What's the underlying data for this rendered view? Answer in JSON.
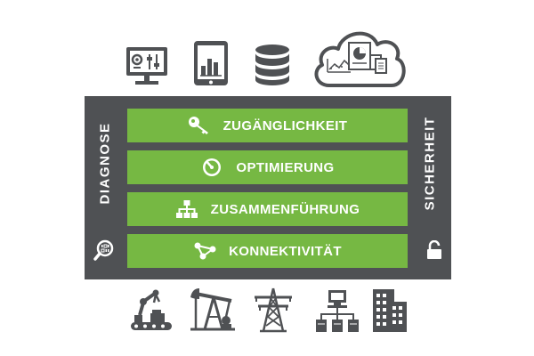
{
  "colors": {
    "frame": "#4f5154",
    "accent_green": "#76b843",
    "icon_gray": "#4f5154",
    "text_on_dark": "#ffffff"
  },
  "top_icons": [
    "dashboard-monitor-icon",
    "tablet-chart-icon",
    "database-icon",
    "cloud-reports-icon"
  ],
  "frame": {
    "left_label": "DIAGNOSE",
    "right_label": "SICHERHEIT",
    "left_icon": "magnifier-binary-icon",
    "right_icon": "padlock-icon"
  },
  "bars": [
    {
      "label": "ZUGÄNGLICHKEIT",
      "icon": "key-icon"
    },
    {
      "label": "OPTIMIERUNG",
      "icon": "gauge-icon"
    },
    {
      "label": "ZUSAMMENFÜHRUNG",
      "icon": "hierarchy-icon"
    },
    {
      "label": "KONNEKTIVITÄT",
      "icon": "network-nodes-icon"
    }
  ],
  "bottom_icons": [
    "robot-factory-icon",
    "oil-pump-icon",
    "power-pylon-icon",
    "computer-network-icon",
    "office-buildings-icon"
  ]
}
